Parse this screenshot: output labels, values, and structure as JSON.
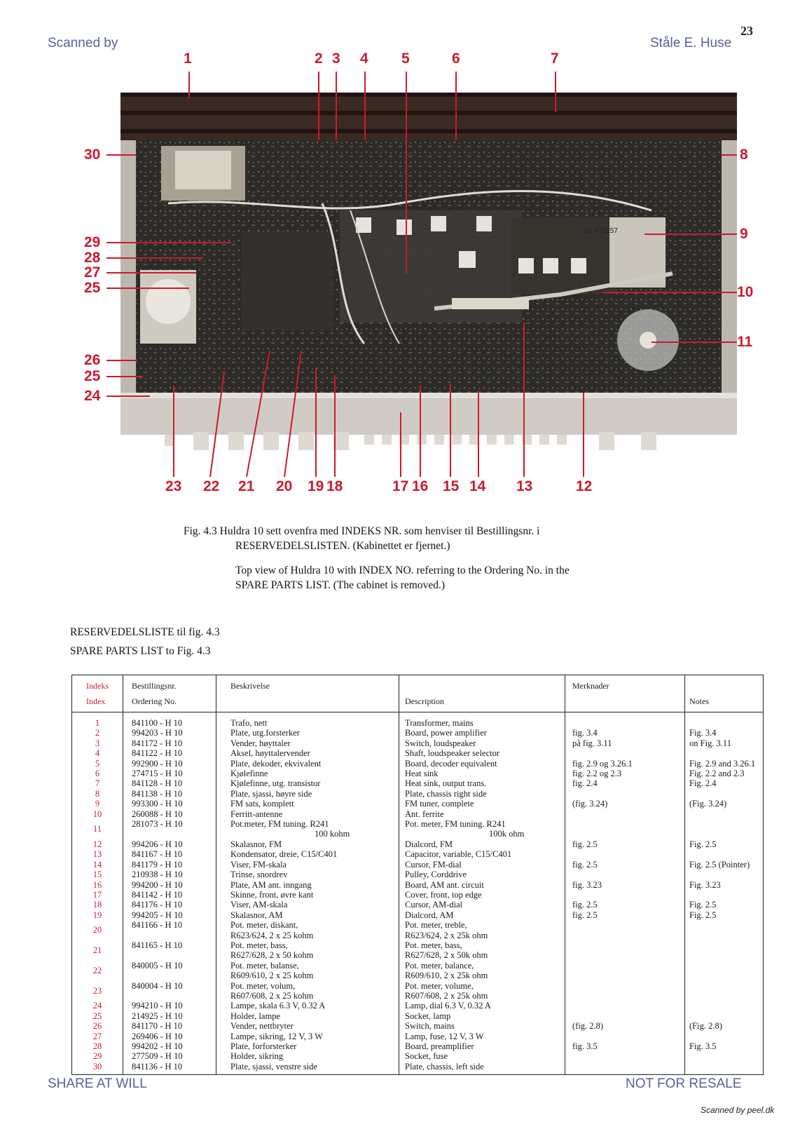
{
  "header": {
    "scanned_by": "Scanned by",
    "scanner_name": "Ståle E. Huse",
    "page_number": "23"
  },
  "figure": {
    "callouts_top": [
      "1",
      "2",
      "3",
      "4",
      "5",
      "6",
      "7"
    ],
    "callouts_left": [
      "30",
      "29",
      "28",
      "27",
      "25",
      "26",
      "25",
      "24"
    ],
    "callouts_right": [
      "8",
      "9",
      "10",
      "11"
    ],
    "callouts_bottom": [
      "23",
      "22",
      "21",
      "20",
      "19",
      "18",
      "17",
      "16",
      "15",
      "14",
      "13",
      "12"
    ],
    "plate_label": "№ 476257"
  },
  "caption": {
    "no_line1": "Fig. 4.3  Huldra 10 sett ovenfra med INDEKS NR. som henviser til Bestillingsnr. i",
    "no_line2": "RESERVEDELSLISTEN.  (Kabinettet er fjernet.)",
    "en_line1": "Top view of Huldra 10 with INDEX NO. referring to the Ordering No. in the",
    "en_line2": "SPARE PARTS LIST.  (The cabinet is removed.)"
  },
  "list_titles": {
    "no": "RESERVEDELSLISTE til fig. 4.3",
    "en": "SPARE PARTS LIST to Fig. 4.3"
  },
  "table": {
    "headers": {
      "indeks": "Indeks",
      "index": "Index",
      "bestillingsnr": "Bestillingsnr.",
      "ordering": "Ordering No.",
      "beskrivelse": "Beskrivelse",
      "description": "Description",
      "merknader": "Merknader",
      "notes": "Notes"
    },
    "rows": [
      {
        "idx": "1",
        "ord": "841100 - H 10",
        "no": "Trafo, nett",
        "en": "Transformer, mains",
        "mk": "",
        "nt": ""
      },
      {
        "idx": "2",
        "ord": "994203 - H 10",
        "no": "Plate, utg.forsterker",
        "en": "Board, power amplifier",
        "mk": "fig. 3.4",
        "nt": "Fig. 3.4"
      },
      {
        "idx": "3",
        "ord": "841172 - H 10",
        "no": "Vender, høyttaler",
        "en": "Switch, loudspeaker",
        "mk": "på fig. 3.11",
        "nt": "on Fig. 3.11"
      },
      {
        "idx": "4",
        "ord": "841122 - H 10",
        "no": "Aksel, høyttalervender",
        "en": "Shaft, loudspeaker selector",
        "mk": "",
        "nt": ""
      },
      {
        "idx": "5",
        "ord": "992900 - H 10",
        "no": "Plate, dekoder, ekvivalent",
        "en": "Board, decoder equivalent",
        "mk": "fig. 2.9 og 3.26.1",
        "nt": "Fig. 2.9 and 3.26.1"
      },
      {
        "idx": "6",
        "ord": "274715 - H 10",
        "no": "Kjølefinne",
        "en": "Heat sink",
        "mk": "fig. 2.2 og 2.3",
        "nt": "Fig. 2.2 and 2.3"
      },
      {
        "idx": "7",
        "ord": "841128 - H 10",
        "no": "Kjølefinne, utg. transistor",
        "en": "Heat sink, output trans.",
        "mk": "fig. 2.4",
        "nt": "Fig. 2.4"
      },
      {
        "idx": "8",
        "ord": "841138 - H 10",
        "no": "Plate, sjassi, høyre side",
        "en": "Plate, chassis right side",
        "mk": "",
        "nt": ""
      },
      {
        "idx": "9",
        "ord": "993300 - H 10",
        "no": "FM sats, komplett",
        "en": "FM tuner, complete",
        "mk": "(fig. 3.24)",
        "nt": "(Fig. 3.24)"
      },
      {
        "idx": "10",
        "ord": "260088 - H 10",
        "no": "Ferritt-antenne",
        "en": "Ant. ferrite",
        "mk": "",
        "nt": ""
      },
      {
        "idx": "11",
        "ord": "281073 - H 10",
        "no": "Pot.meter, FM tuning. R241",
        "no2": "100 kohm",
        "en": "Pot. meter, FM tuning. R241",
        "en2": "100k ohm",
        "mk": "",
        "nt": ""
      },
      {
        "idx": "12",
        "ord": "994206 - H 10",
        "no": "Skalasnor, FM",
        "en": "Dialcord, FM",
        "mk": "fig. 2.5",
        "nt": "Fig. 2.5"
      },
      {
        "idx": "13",
        "ord": "841167 - H 10",
        "no": "Kondensator, dreie, C15/C401",
        "en": "Capacitor, variable, C15/C401",
        "mk": "",
        "nt": ""
      },
      {
        "idx": "14",
        "ord": "841179 - H 10",
        "no": "Viser, FM-skala",
        "en": "Cursor, FM-dial",
        "mk": "fig. 2.5",
        "nt": "Fig. 2.5 (Pointer)"
      },
      {
        "idx": "15",
        "ord": "210938 - H 10",
        "no": "Trinse, snordrev",
        "en": "Pulley, Corddrive",
        "mk": "",
        "nt": ""
      },
      {
        "idx": "16",
        "ord": "994200 - H 10",
        "no": "Plate, AM ant. inngang",
        "en": "Board, AM ant. circuit",
        "mk": "fig. 3.23",
        "nt": "Fig. 3.23"
      },
      {
        "idx": "17",
        "ord": "841142 - H 10",
        "no": "Skinne, front, øvre kant",
        "en": "Cover, front, top edge",
        "mk": "",
        "nt": ""
      },
      {
        "idx": "18",
        "ord": "841176 - H 10",
        "no": "Viser, AM-skala",
        "en": "Cursor, AM-dial",
        "mk": "fig. 2.5",
        "nt": "Fig. 2.5"
      },
      {
        "idx": "19",
        "ord": "994205 - H 10",
        "no": "Skalasnor, AM",
        "en": "Dialcord, AM",
        "mk": "fig. 2.5",
        "nt": "Fig. 2.5"
      },
      {
        "idx": "20",
        "ord": "841166 - H 10",
        "no": "Pot. meter, diskant,",
        "no2": "R623/624, 2 x 25 kohm",
        "en": "Pot. meter, treble,",
        "en2": "R623/624, 2 x 25k ohm",
        "mk": "",
        "nt": ""
      },
      {
        "idx": "21",
        "ord": "841165 - H 10",
        "no": "Pot. meter, bass,",
        "no2": "R627/628, 2 x 50 kohm",
        "en": "Pot. meter, bass,",
        "en2": "R627/628, 2 x 50k ohm",
        "mk": "",
        "nt": ""
      },
      {
        "idx": "22",
        "ord": "840005 - H 10",
        "no": "Pot. meter, balanse,",
        "no2": "R609/610, 2 x 25 kohm",
        "en": "Pot. meter, balance,",
        "en2": "R609/610, 2 x 25k ohm",
        "mk": "",
        "nt": ""
      },
      {
        "idx": "23",
        "ord": "840004 - H 10",
        "no": "Pot. meter, volum,",
        "no2": "R607/608, 2 x 25 kohm",
        "en": "Pot. meter, volume,",
        "en2": "R607/608, 2 x 25k ohm",
        "mk": "",
        "nt": ""
      },
      {
        "idx": "24",
        "ord": "994210 - H 10",
        "no": "Lampe, skala  6.3 V, 0.32 A",
        "en": "Lamp, dial 6.3 V, 0.32 A",
        "mk": "",
        "nt": ""
      },
      {
        "idx": "25",
        "ord": "214925 - H 10",
        "no": "Holder, lampe",
        "en": "Socket, lamp",
        "mk": "",
        "nt": ""
      },
      {
        "idx": "26",
        "ord": "841170 - H 10",
        "no": "Vender, nettbryter",
        "en": "Switch, mains",
        "mk": "(fig. 2.8)",
        "nt": "(Fig. 2.8)"
      },
      {
        "idx": "27",
        "ord": "269406 - H 10",
        "no": "Lampe, sikring, 12 V, 3 W",
        "en": "Lamp, fuse, 12 V, 3 W",
        "mk": "",
        "nt": ""
      },
      {
        "idx": "28",
        "ord": "994202 - H 10",
        "no": "Plate, forforsterker",
        "en": "Board, preamplifier",
        "mk": "fig. 3.5",
        "nt": "Fig. 3.5"
      },
      {
        "idx": "29",
        "ord": "277509 - H 10",
        "no": "Holder, sikring",
        "en": "Socket, fuse",
        "mk": "",
        "nt": ""
      },
      {
        "idx": "30",
        "ord": "841136 - H 10",
        "no": "Plate, sjassi, venstre side",
        "en": "Plate, chassis, left side",
        "mk": "",
        "nt": ""
      }
    ]
  },
  "footer": {
    "left": "SHARE AT WILL",
    "right": "NOT FOR RESALE",
    "scanned": "Scanned by peel.dk"
  }
}
